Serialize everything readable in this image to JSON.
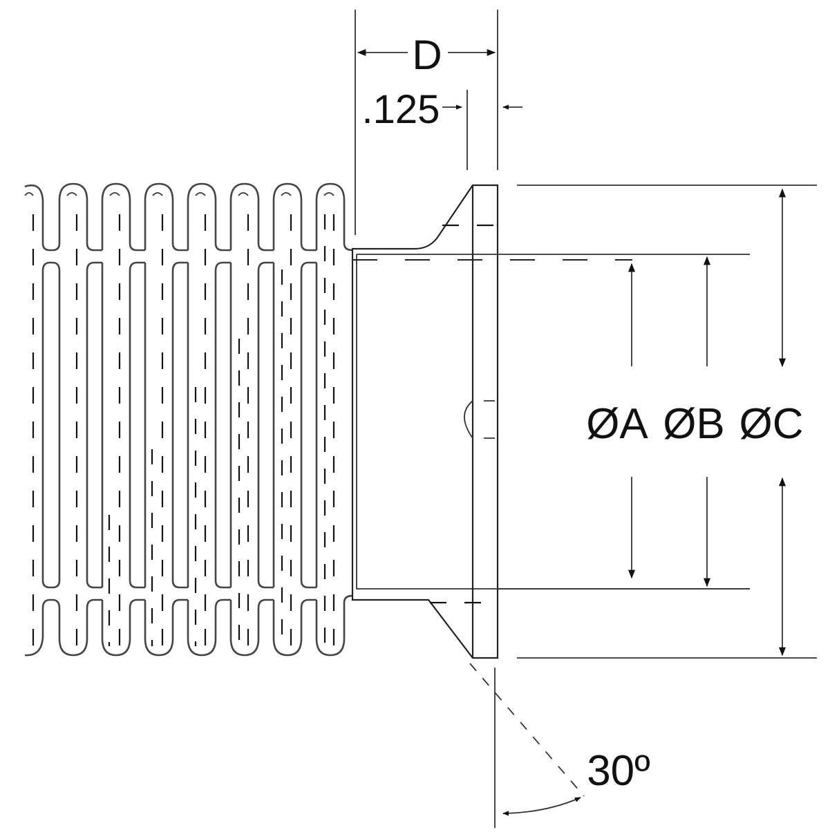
{
  "diagram": {
    "type": "technical drawing - bellows with flanged end fitting (cross-section)",
    "dimensions": {
      "D": {
        "label": "D",
        "description": "overall fitting length"
      },
      "thickness": {
        "label": ".125",
        "description": "flange thickness"
      },
      "diaA": {
        "label": "ØA",
        "description": "inner bore diameter"
      },
      "diaB": {
        "label": "ØB",
        "description": "tube outer diameter"
      },
      "diaC": {
        "label": "ØC",
        "description": "flange outer diameter"
      },
      "angle": {
        "label": "30º",
        "description": "flange chamfer angle"
      }
    },
    "components": {
      "bellows": {
        "convolutions": 8,
        "description": "corrugated bellows section"
      },
      "fitting": {
        "description": "tube stub with flange"
      }
    },
    "colors": {
      "line": "#222222",
      "background": "#ffffff"
    }
  }
}
